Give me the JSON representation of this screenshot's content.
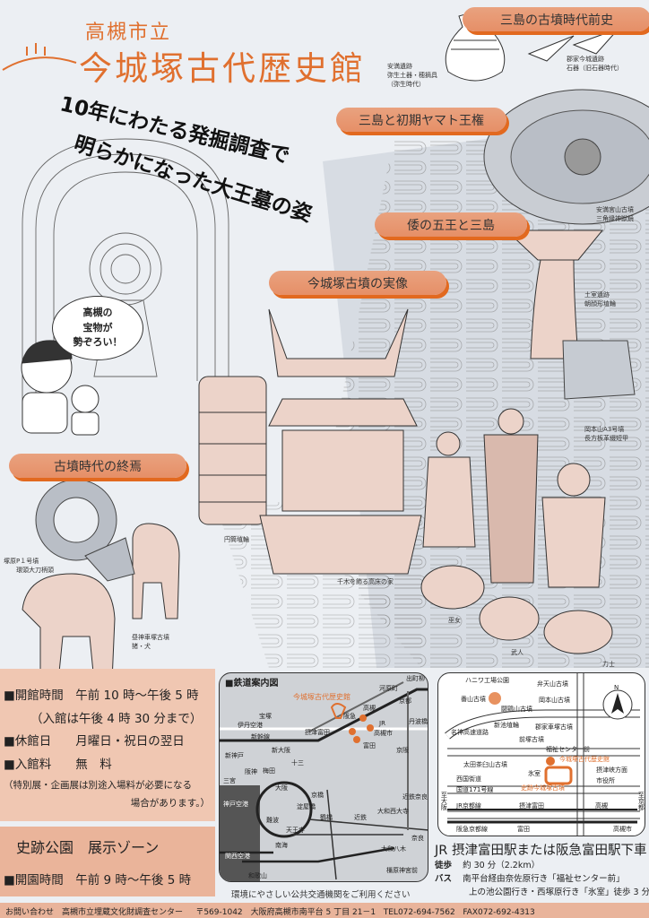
{
  "header": {
    "subtitle": "高槻市立",
    "title": "今城塚古代歴史館"
  },
  "headline": {
    "line1": "10年にわたる発掘調査で",
    "line2": "明らかになった大王墓の姿"
  },
  "sections": {
    "s1": "三島の古墳時代前史",
    "s2": "三島と初期ヤマト王権",
    "s3": "倭の五王と三島",
    "s4": "今城塚古墳の実像",
    "s5": "古墳時代の終焉"
  },
  "bubble": {
    "line1": "高槻の",
    "line2": "宝物が",
    "line3": "勢ぞろい！"
  },
  "captions": {
    "azuma1": "安満遺跡",
    "azuma2": "弥生土器・穂摘具",
    "azuma3": "（弥生時代）",
    "gunge1": "郡家今城遺跡",
    "gunge2": "石器（旧石器時代）",
    "kyo1": "安満宮山古墳",
    "kyo2": "三角縁神獣鏡",
    "haji1": "土室遺跡",
    "haji2": "朝顔形埴輪",
    "oka1": "岡本山A3号墳",
    "oka2": "長方板革綴短甲",
    "entou": "円筒埴輪",
    "ie": "千木を飾る高床の家",
    "miko": "巫女",
    "bujin": "武人",
    "rikishi": "力士",
    "tsuka1": "塚原P１号墳",
    "tsuka2": "環頭大刀柄頭",
    "hiru1": "昼神車塚古墳",
    "hiru2": "猪・犬"
  },
  "info": {
    "hours": "■開館時間　午前 10 時～午後 5 時",
    "entry": "（入館は午後 4 時 30 分まで）",
    "closed": "■休館日　　月曜日・祝日の翌日",
    "fee": "■入館料　　無　料",
    "note1": "（特別展・企画展は別途入場料が必要になる",
    "note2": "場合があります。）",
    "park_title": "史跡公園　展示ゾーン",
    "park_hours": "■開園時間　午前 9 時～午後 5 時"
  },
  "rail_map": {
    "title": "■鉄道案内図",
    "museum": "今城塚古代歴史館",
    "stations": [
      "高槻",
      "摂津富田",
      "高槻市",
      "富田",
      "新大阪",
      "十三",
      "梅田",
      "大阪",
      "京橋",
      "淀屋橋",
      "鶴橋",
      "難波",
      "天王寺",
      "宝塚",
      "伊丹空港",
      "新神戸",
      "三宮",
      "関西空港",
      "和歌山",
      "京都",
      "河原町",
      "出町柳",
      "丹波橋",
      "大和西大寺",
      "近鉄奈良",
      "奈良",
      "大和八木",
      "橿原神宮前",
      "神戸空港"
    ],
    "lines": [
      "JR",
      "阪急",
      "京阪",
      "新幹線",
      "阪神",
      "近鉄",
      "南海"
    ],
    "caption": "環境にやさしい公共交通機関をご利用ください"
  },
  "local_map": {
    "labels": [
      "ハニワ工場公園",
      "今城塚古代歴史館",
      "史跡今城塚古墳",
      "摂津富田",
      "富田",
      "高槻",
      "高槻市",
      "JR京都線",
      "阪急京都線",
      "国道171号線",
      "名神高速道路",
      "西国街道",
      "至大阪",
      "至京都",
      "弁天山古墳",
      "岡本山古墳",
      "闘鶏山古墳",
      "番山古墳",
      "新池埴輪",
      "前塚古墳",
      "郡家車塚古墳",
      "太田茶臼山古墳",
      "福祉センター前",
      "氷室",
      "摂津峡方面",
      "市役所"
    ],
    "access_title": "JR 摂津富田駅または阪急富田駅下車",
    "walk_label": "徒歩",
    "walk": "約 30 分（2.2km）",
    "bus_label": "バス",
    "bus1": "南平台経由奈佐原行き「福祉センター前」",
    "bus2": "上の池公園行き・西塚原行き「氷室」徒歩 3 分",
    "north": "N"
  },
  "footer": {
    "contact": "お問い合わせ　高槻市立埋蔵文化財調査センター",
    "address": "〒569-1042　大阪府高槻市南平台 5 丁目 21－1",
    "tel": "TEL072-694-7562",
    "fax": "FAX072-692-4313"
  },
  "colors": {
    "accent": "#e0702f",
    "panel": "#f0c7b2",
    "haniwa": "#ecd3c9"
  }
}
